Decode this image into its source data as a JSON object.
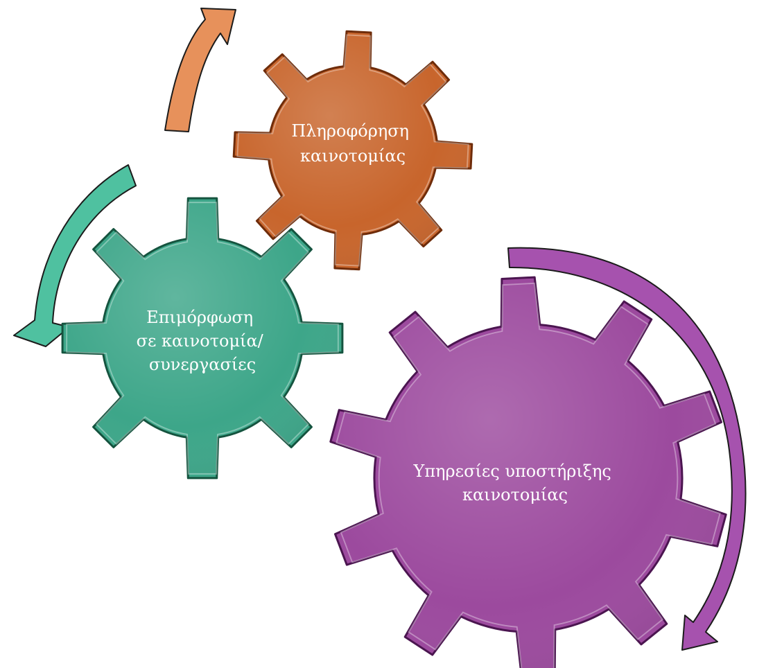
{
  "gears": [
    {
      "id": "info",
      "lines": [
        "Πληροφόρηση",
        "καινοτομίας"
      ],
      "color": "#C8652C",
      "edge": "#6E2C0A"
    },
    {
      "id": "training",
      "lines": [
        "Επιμόρφωση",
        "σε καινοτομία/",
        "συνεργασίες"
      ],
      "color": "#3DA689",
      "edge": "#15543F"
    },
    {
      "id": "support",
      "lines": [
        "Υπηρεσίες υποστήριξης",
        "καινοτομίας"
      ],
      "color": "#9C4A9E",
      "edge": "#4B1550"
    }
  ],
  "arrows": [
    {
      "id": "orange-arrow",
      "color": "#E7915B"
    },
    {
      "id": "teal-arrow",
      "color": "#4FC1A0"
    },
    {
      "id": "purple-arrow",
      "color": "#A652AE"
    }
  ]
}
